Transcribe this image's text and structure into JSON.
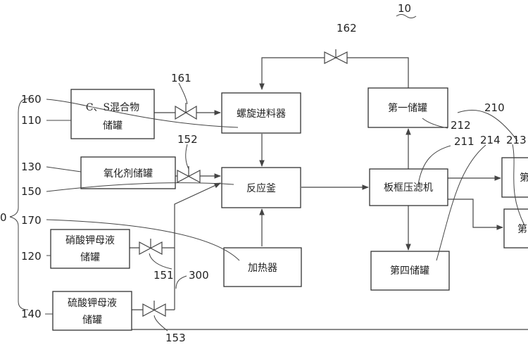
{
  "figure_number": "10",
  "boxes": {
    "cs_tank_line1": "C、S混合物",
    "cs_tank_line2": "储罐",
    "oxidant_tank": "氧化剂储罐",
    "kno3_tank_line1": "硝酸钾母液",
    "kno3_tank_line2": "储罐",
    "k2so4_tank_line1": "硫酸钾母液",
    "k2so4_tank_line2": "储罐",
    "screw_feeder": "螺旋进料器",
    "reactor": "反应釜",
    "heater": "加热器",
    "first_tank": "第一储罐",
    "filter_press": "板框压滤机",
    "fourth_tank": "第四储罐",
    "cut_box_a": "第",
    "cut_box_b": "第"
  },
  "refs": {
    "r10": "10",
    "r162": "162",
    "r161": "161",
    "r160": "160",
    "r110": "110",
    "r152": "152",
    "r130": "130",
    "r150": "150",
    "r170": "170",
    "r120": "120",
    "r151": "151",
    "r300": "300",
    "r140": "140",
    "r153": "153",
    "r210": "210",
    "r212": "212",
    "r211": "211",
    "r214": "214",
    "r213": "213",
    "r0": "0"
  },
  "colors": {
    "stroke": "#333333",
    "text": "#222222",
    "background": "#ffffff"
  }
}
